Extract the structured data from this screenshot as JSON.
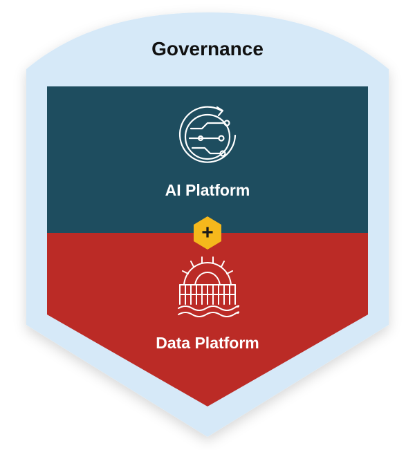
{
  "governance": {
    "title": "Governance",
    "color": "#d6e9f8"
  },
  "ai_platform": {
    "label": "AI Platform",
    "color": "#1e4d5f",
    "icon": "circuit-cycle-icon"
  },
  "connector": {
    "symbol": "+",
    "color": "#f5b81c",
    "icon": "plus-icon"
  },
  "data_platform": {
    "label": "Data Platform",
    "color": "#bb2b26",
    "icon": "gear-bridge-waves-icon"
  }
}
